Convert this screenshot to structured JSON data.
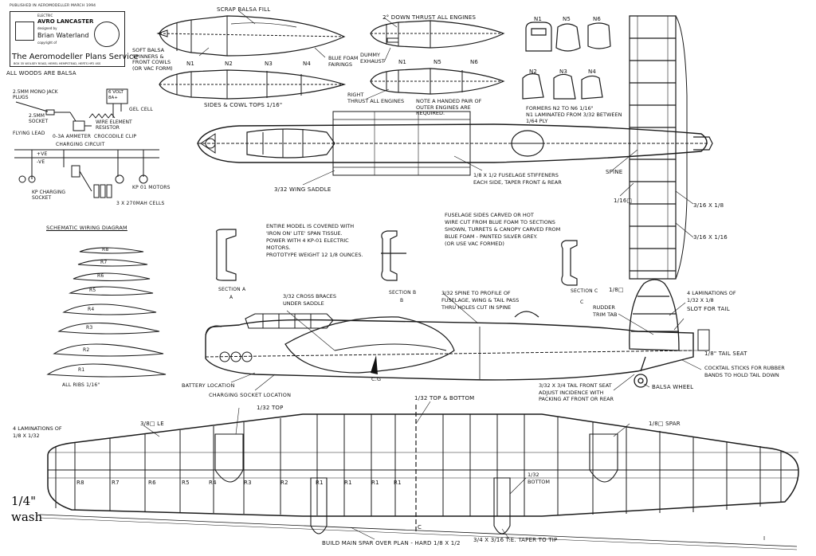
{
  "header": {
    "published": "PUBLISHED IN AEROMODELLER MARCH 1994",
    "electric": "ELECTRIC",
    "model": "AVRO LANCASTER",
    "designed_by": "designed by",
    "designer": "Brian Waterland",
    "copyright": "copyright of",
    "service": "The Aeromodeller Plans Service",
    "address": "BOX 35 WOLSEY ROAD, HEMEL HEMPSTEAD, HERTS HP2 4SS"
  },
  "woods_note": "ALL WOODS ARE BALSA",
  "nacelles": {
    "scrap_fill": "SCRAP BALSA FILL",
    "soft_balsa": "SOFT BALSA\nSPINNERS &\nFRONT COWLS\n(OR VAC FORM)",
    "n1": "N1",
    "n2": "N2",
    "n3": "N3",
    "n4": "N4",
    "n5": "N5",
    "n6": "N6",
    "blue_foam": "BLUE FOAM\nFAIRINGS",
    "sides_cowl": "SIDES & COWL TOPS 1/16\"",
    "down_thrust": "2° DOWN THRUST ALL ENGINES",
    "dummy_exhaust": "DUMMY\nEXHAUST",
    "right_thrust": "RIGHT\nTHRUST ALL ENGINES",
    "handed_pair": "NOTE A HANDED PAIR OF\nOUTER ENGINES ARE\nREQUIRED."
  },
  "formers": {
    "labels": [
      "N1",
      "N5",
      "N6",
      "N2",
      "N3",
      "N4"
    ],
    "note": "FORMERS N2 TO N6 1/16\"\nN1 LAMINATED FROM 3/32 BETWEEN\n1/64 PLY"
  },
  "wiring": {
    "mono_jack": "2.5mm MONO JACK\nPLUGS",
    "socket": "2.5mm\nSOCKET",
    "flying_lead": "FLYING LEAD",
    "volt": "6 VOLT\n8A+",
    "gel_cell": "GEL CELL",
    "wire_element": "WIRE ELEMENT\nRESISTOR",
    "crocodile": "CROCODILE CLIP",
    "ammeter": "0-3A AMMETER",
    "charging_circuit": "CHARGING CIRCUIT",
    "pve": "+VE",
    "nve": "-VE",
    "kp_socket": "KP CHARGING\nSOCKET",
    "kp_motors": "KP 01 MOTORS",
    "cells": "3 x 270mAh CELLS",
    "title": "SCHEMATIC WIRING DIAGRAM"
  },
  "ribs": {
    "labels": [
      "R8",
      "R7",
      "R6",
      "R5",
      "R4",
      "R3",
      "R2",
      "R1"
    ],
    "note": "ALL RIBS 1/16\""
  },
  "fuselage_top": {
    "wing_saddle": "3/32 WING SADDLE",
    "stiffeners": "1/8 x 1/2 FUSELAGE STIFFENERS\nEACH SIDE, TAPER FRONT & REAR",
    "spine": "SPINE",
    "sq1": "1/16□",
    "tp1": "3/16 x 1/8",
    "tp2": "3/16 x 1/16"
  },
  "notes": {
    "covering": "ENTIRE MODEL IS COVERED WITH\n'IRON ON' LITE' SPAN TISSUE.\nPOWER WITH 4 KP-01 ELECTRIC\nMOTORS.\nPROTOTYPE WEIGHT 12 1/8 OUNCES.",
    "foam": "FUSELAGE SIDES CARVED OR HOT\nWIRE CUT FROM BLUE FOAM TO SECTIONS\nSHOWN, TURRETS & CANOPY CARVED FROM\nBLUE FOAM - PAINTED SILVER GREY.\n(OR USE VAC FORMED)"
  },
  "sections": {
    "a": "SECTION A",
    "b": "SECTION B",
    "c": "SECTION C",
    "c_mark": "C",
    "b_mark": "B",
    "a_mark": "A"
  },
  "side_view": {
    "cross_braces": "3/32 CROSS BRACES\nUNDER SADDLE",
    "spine_profile": "3/32 SPINE TO PROFILE OF\nFUSELAGE, WING & TAIL PASS\nTHRU HOLES CUT IN SPINE",
    "battery": "BATTERY LOCATION",
    "charging_socket": "CHARGING SOCKET LOCATION",
    "cg": "C.G"
  },
  "tail": {
    "sq": "1/8□",
    "laminations": "4 LAMINATIONS OF\n1/32 x 1/8",
    "slot": "SLOT FOR TAIL",
    "rudder": "RUDDER\nTRIM TAB",
    "tail_seat": "1/8\" TAIL SEAT",
    "cocktail": "COCKTAIL STICKS FOR RUBBER\nBANDS TO HOLD TAIL DOWN",
    "balsa_wheel": "BALSA WHEEL",
    "front_seat": "3/32 x 3/4 TAIL FRONT SEAT\nADJUST INCIDENCE WITH\nPACKING AT FRONT OR REAR"
  },
  "wing": {
    "lam": "4 LAMINATIONS OF\n1/8 x 1/32",
    "le": "3/8□ LE",
    "top": "1/32 TOP",
    "top_bottom": "1/32 TOP & BOTTOM",
    "spar": "1/8□ SPAR",
    "bottom": "1/32\nBOTTOM",
    "main_spar": "BUILD MAIN SPAR OVER PLAN - HARD 1/8 x 1/2",
    "te": "3/4 x 3/16 T.E. TAPER TO TIP",
    "ribs": [
      "R8",
      "R7",
      "R6",
      "R5",
      "R4",
      "R3",
      "R2",
      "R1",
      "R1",
      "R1",
      "R1"
    ],
    "c_mark": "C",
    "i_mark": "I"
  },
  "overlay": {
    "line1": "1/4\"",
    "line2": "wash"
  }
}
